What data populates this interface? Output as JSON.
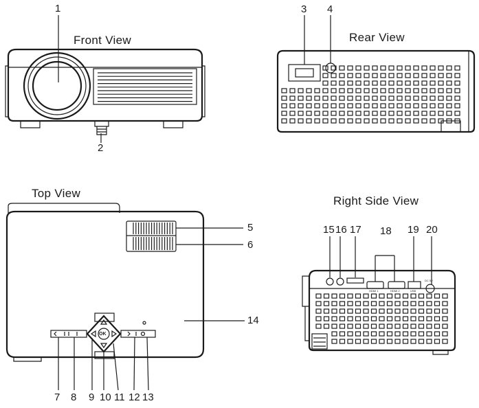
{
  "views": {
    "front": {
      "title": "Front View"
    },
    "rear": {
      "title": "Rear View"
    },
    "top": {
      "title": "Top View"
    },
    "side": {
      "title": "Right Side View"
    }
  },
  "callouts": [
    "1",
    "2",
    "3",
    "4",
    "5",
    "6",
    "7",
    "8",
    "9",
    "10",
    "11",
    "12",
    "13",
    "14",
    "15",
    "16",
    "17",
    "18",
    "19",
    "20"
  ],
  "button_labels": {
    "ok": "OK"
  },
  "port_labels": {
    "hdmi1": "HDMI 1",
    "hdmi2": "HDMI 2",
    "usb": "USB",
    "dc": "DC 5V"
  },
  "colors": {
    "line": "#1a1a1a",
    "background": "#ffffff"
  }
}
